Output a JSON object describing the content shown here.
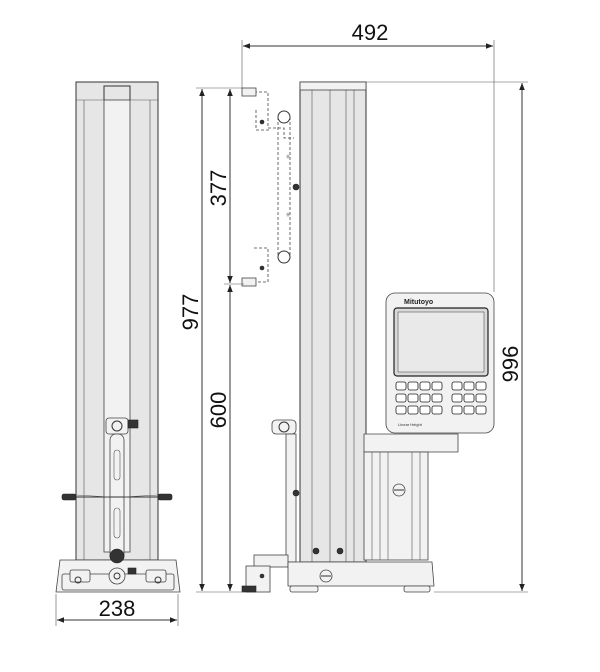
{
  "dimensions": {
    "width_overall": "492",
    "height_total": "996",
    "height_range": "977",
    "stroke_upper": "377",
    "stroke_lower": "600",
    "base_width": "238"
  },
  "console": {
    "brand": "Mitutoyo",
    "model": "Linear Height"
  },
  "colors": {
    "line": "#333333",
    "fill_body": "#e6e6e6",
    "fill_light": "#f2f2f2",
    "screen": "#d9d9d9"
  }
}
